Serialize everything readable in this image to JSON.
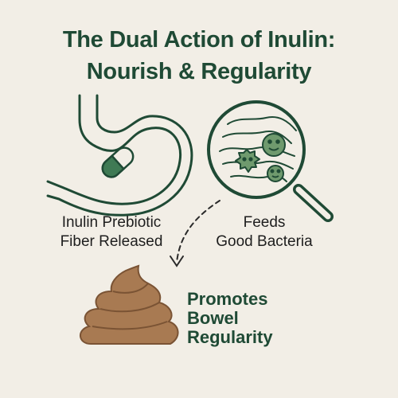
{
  "title": {
    "line1": "The Dual Action of Inulin:",
    "line2": "Nourish & Regularity"
  },
  "steps": [
    {
      "icon": "stomach-with-capsule-icon",
      "line1": "Inulin Prebiotic",
      "line2": "Fiber Released"
    },
    {
      "icon": "magnifier-intestine-bacteria-icon",
      "line1": "Feeds",
      "line2": "Good Bacteria"
    },
    {
      "icon": "stool-icon",
      "line1": "Promotes",
      "line2": "Bowel",
      "line3": "Regularity"
    }
  ],
  "colors": {
    "background": "#f2eee6",
    "primary_green": "#1f4a35",
    "bacteria_green": "#6f9a6e",
    "capsule_green": "#3f7a54",
    "stool_brown": "#a87a52"
  }
}
